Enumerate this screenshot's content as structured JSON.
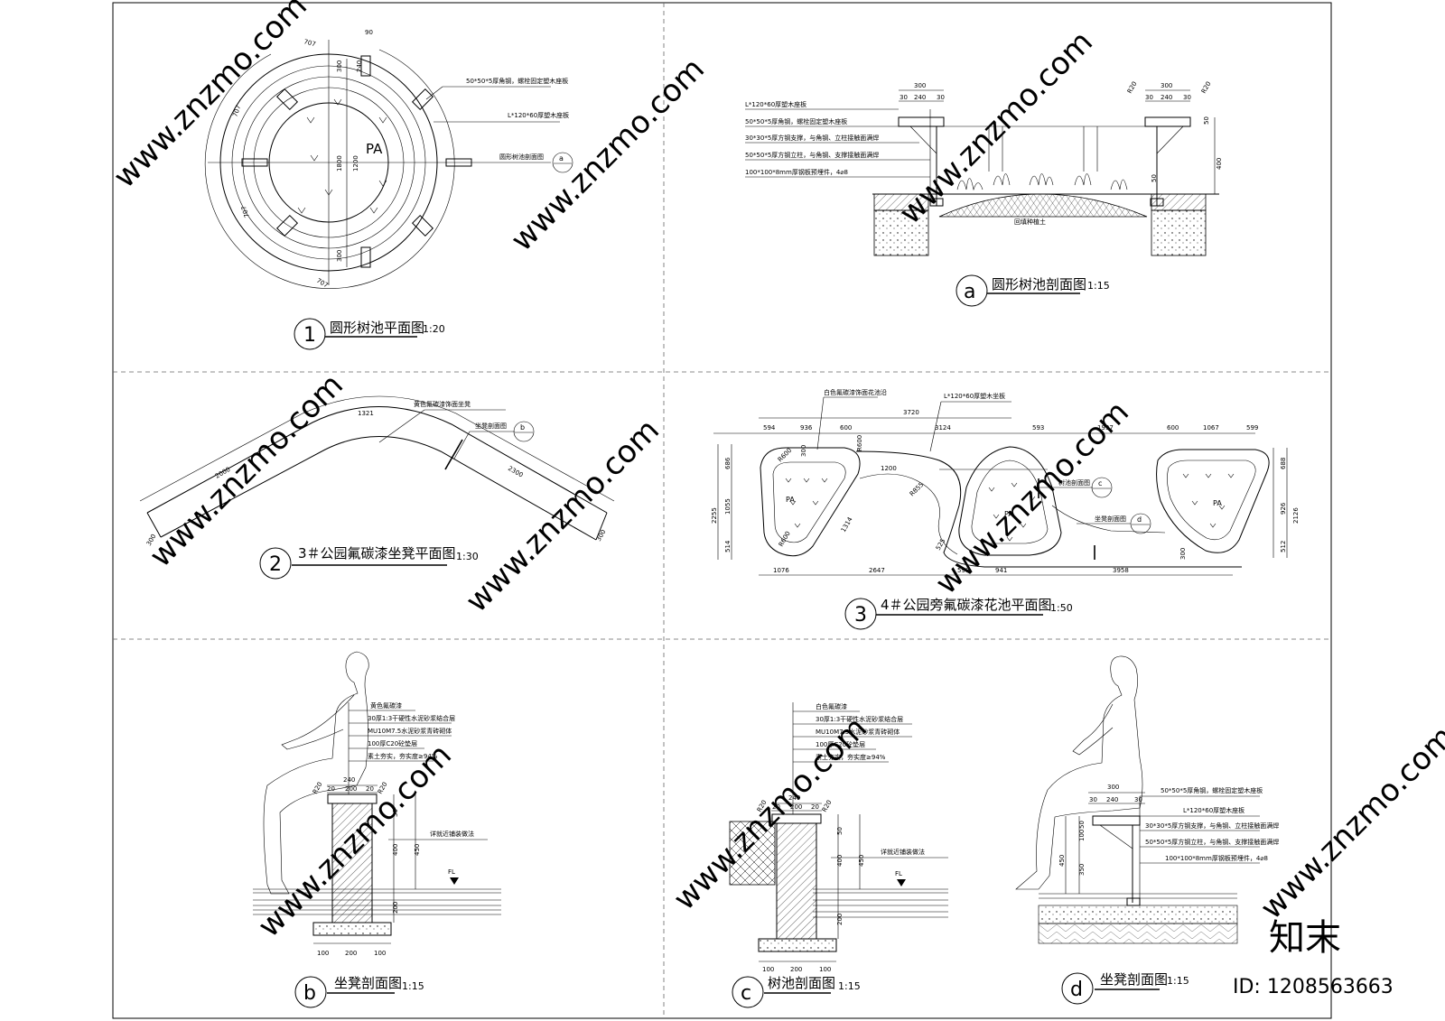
{
  "watermark": {
    "text": "www.znzmo.com",
    "brand": "知末",
    "id_label": "ID: 1208563663"
  },
  "panel1": {
    "marker": "1",
    "title": "圆形树池平面图",
    "scale": "1:20",
    "pa": "PA",
    "dims": {
      "d300a": "300",
      "d240": "240",
      "d1800": "1800",
      "d1200": "1200",
      "d300b": "300",
      "d90": "90",
      "d707a": "707",
      "d707b": "707",
      "d707c": "707",
      "d707d": "707"
    },
    "notes": [
      "50*50*5厚角钢，螺栓固定塑木座板",
      "L*120*60厚塑木座板",
      "圆形树池剖面图"
    ],
    "ref": "a"
  },
  "panel_a": {
    "marker": "a",
    "title": "圆形树池剖面图",
    "scale": "1:15",
    "notes": [
      "L*120*60厚塑木座板",
      "50*50*5厚角钢，螺栓固定塑木座板",
      "30*30*5厚方钢支撑，与角钢、立柱接触面满焊",
      "50*50*5厚方钢立柱，与角钢、支撑接触面满焊",
      "100*100*8mm厚钢板预埋件，4⌀8"
    ],
    "soil": "回填种植土",
    "dims": {
      "w300a": "300",
      "w240a": "240",
      "w30a": "30",
      "w30b": "30",
      "w300b": "300",
      "w240b": "240",
      "w30c": "30",
      "w30d": "30",
      "r20a": "R20",
      "r20b": "R20",
      "h50a": "50",
      "h400": "400",
      "h50b": "50"
    }
  },
  "panel2": {
    "marker": "2",
    "title": "3＃公园氟碳漆坐凳平面图",
    "scale": "1:30",
    "note": "黄色氟碳漆饰面坐凳",
    "section_note": "坐凳剖面图",
    "ref": "b",
    "dims": {
      "d2000": "2000",
      "d2300": "2300",
      "d300a": "300",
      "d300b": "300",
      "d1321": "1321"
    }
  },
  "panel3": {
    "marker": "3",
    "title": "4＃公园旁氟碳漆花池平面图",
    "scale": "1:50",
    "notes": [
      "白色氟碳漆饰面花池沿",
      "L*120*60厚塑木坐板",
      "树池剖面图",
      "坐凳剖面图"
    ],
    "refs": [
      "c",
      "d"
    ],
    "pa": "PA",
    "top_dims": [
      "594",
      "936",
      "600",
      "3124",
      "593",
      "1997",
      "600",
      "1067",
      "599"
    ],
    "top_total": "3720",
    "bottom_dims": [
      "1076",
      "2647",
      "598",
      "941",
      "3958"
    ],
    "left_dims": [
      "686",
      "1055",
      "514"
    ],
    "left_total": "2255",
    "right_dims": [
      "688",
      "926",
      "512"
    ],
    "right_total": "2126",
    "inner_dims": [
      "300",
      "R600",
      "1200",
      "R855",
      "1314",
      "R600",
      "525",
      "300",
      "R600"
    ]
  },
  "panel_b": {
    "marker": "b",
    "title": "坐凳剖面图",
    "scale": "1:15",
    "notes": [
      "黄色氟碳漆",
      "30厚1:3干硬性水泥砂浆结合层",
      "MU10M7.5水泥砂浆青砖砌体",
      "100厚C20砼垫层",
      "素土夯实，夯实度≥94%"
    ],
    "pave_note": "详就近铺装做法",
    "fl": "FL",
    "dims": {
      "w240": "240",
      "w20a": "20",
      "w200": "200",
      "w20b": "20",
      "r20a": "R20",
      "r20b": "R20",
      "h50": "50",
      "h400": "400",
      "h450": "450",
      "h200": "200",
      "b100a": "100",
      "b200": "200",
      "b100b": "100"
    }
  },
  "panel_c": {
    "marker": "c",
    "title": "树池剖面图",
    "scale": "1:15",
    "notes": [
      "白色氟碳漆",
      "30厚1:3干硬性水泥砂浆结合层",
      "MU10M7.5水泥砂浆青砖砌体",
      "100厚C20砼垫层",
      "素土夯实，夯实度≥94%"
    ],
    "pave_note": "详就近铺装做法",
    "fl": "FL",
    "dims": {
      "w240": "240",
      "w20a": "20",
      "w200": "200",
      "w20b": "20",
      "r20a": "R20",
      "r20b": "R20",
      "h50": "50",
      "h400": "400",
      "h450": "450",
      "h200": "200",
      "b100a": "100",
      "b200": "200",
      "b100b": "100"
    }
  },
  "panel_d": {
    "marker": "d",
    "title": "坐凳剖面图",
    "scale": "1:15",
    "notes": [
      "50*50*5厚角钢，螺栓固定塑木座板",
      "L*120*60厚塑木座板",
      "30*30*5厚方钢支撑，与角钢、立柱接触面满焊",
      "50*50*5厚方钢立柱，与角钢、支撑接触面满焊",
      "100*100*8mm厚钢板预埋件，4⌀8"
    ],
    "dims": {
      "w300": "300",
      "w30a": "30",
      "w240": "240",
      "w30b": "30",
      "h50": "50",
      "h100": "100",
      "h450": "450",
      "h350": "350"
    }
  }
}
